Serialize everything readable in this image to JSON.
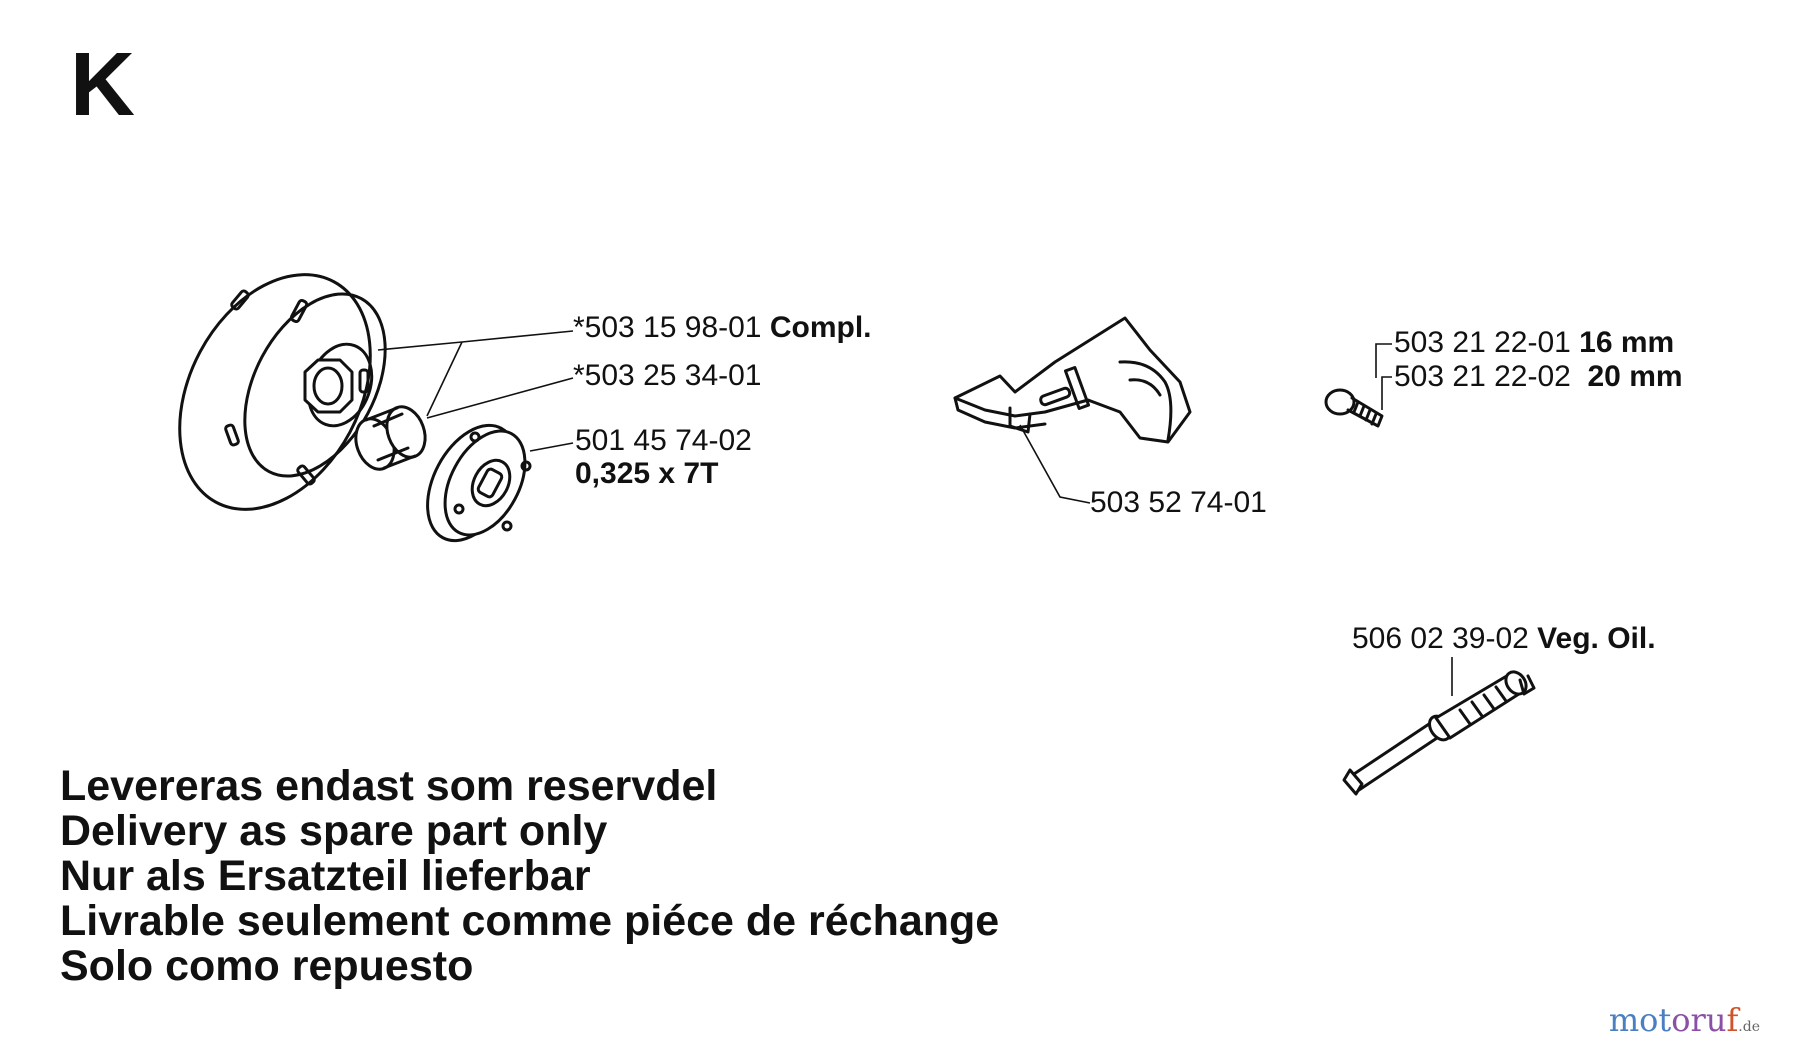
{
  "section_letter": "K",
  "parts": {
    "clutch_drum": {
      "number": "*503 15 98-01",
      "note": "Compl."
    },
    "needle_bearing": {
      "number": "*503 25 34-01"
    },
    "rim_sprocket": {
      "number": "501 45 74-02",
      "note": "0,325 x 7T"
    },
    "oil_pump_cover": {
      "number": "503 52 74-01"
    },
    "screw_a": {
      "number": "503 21 22-01",
      "note": "16 mm"
    },
    "screw_b": {
      "number": "503 21 22-02",
      "note": "20 mm"
    },
    "pump_worm": {
      "number": "506 02 39-02",
      "note": "Veg. Oil."
    }
  },
  "notes": [
    "Levereras endast som reservdel",
    "Delivery as spare part only",
    "Nur als Ersatzteil lieferbar",
    "Livrable seulement comme piéce de réchange",
    "Solo como repuesto"
  ],
  "watermark": {
    "part1": "mot",
    "part2": "oru",
    "part3": "f",
    "suffix": ".de"
  }
}
